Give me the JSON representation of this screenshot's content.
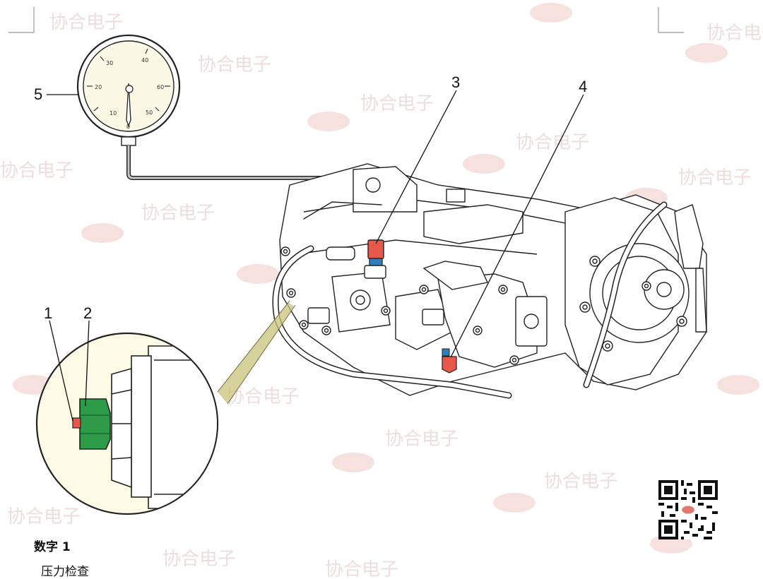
{
  "figure": {
    "label": "数字 1",
    "title": "压力检查"
  },
  "callouts": [
    "1",
    "2",
    "3",
    "4",
    "5"
  ],
  "gauge": {
    "ticks": [
      "0",
      "10",
      "20",
      "30",
      "40",
      "50",
      "60"
    ]
  },
  "watermark": {
    "text": "协合电子"
  },
  "colors": {
    "port_red": "#e8584a",
    "fitting_blue": "#2f7fbf",
    "plug_green": "#2e9b48",
    "plug_red": "#e8584a",
    "detail_fill": "#fdfbe6",
    "leader_yellow": "#c9c27a",
    "watermark": "#d9b4b4"
  },
  "icons": [
    "pressure-gauge-icon",
    "hydraulic-pump-icon",
    "qr-code-icon"
  ]
}
